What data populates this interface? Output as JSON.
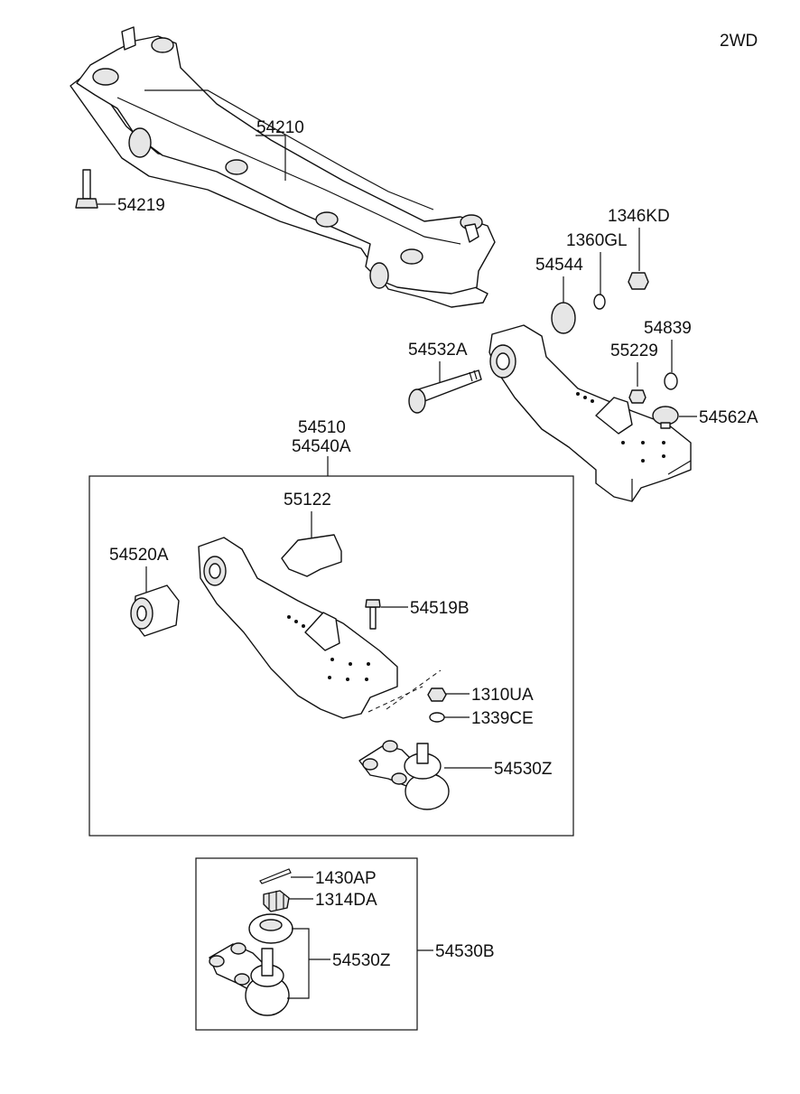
{
  "variant_label": "2WD",
  "parts": {
    "crossmember": "54210",
    "crossmember_bolt": "54219",
    "nut_1346KD": "1346KD",
    "washer_1360GL": "1360GL",
    "bumper_54544": "54544",
    "washer_54839": "54839",
    "nut_55229": "55229",
    "shaft_54532A": "54532A",
    "stopper_54562A": "54562A",
    "lower_arm_assy_line1": "54510",
    "lower_arm_assy_line2": "54540A",
    "bracket_55122": "55122",
    "bushing_54520A": "54520A",
    "bolt_54519B": "54519B",
    "nut_1310UA": "1310UA",
    "washer_1339CE": "1339CE",
    "ball_joint_upper_box": "54530Z",
    "cotter_pin": "1430AP",
    "castle_nut": "1314DA",
    "ball_joint_lower_box": "54530Z",
    "ball_joint_kit": "54530B"
  }
}
